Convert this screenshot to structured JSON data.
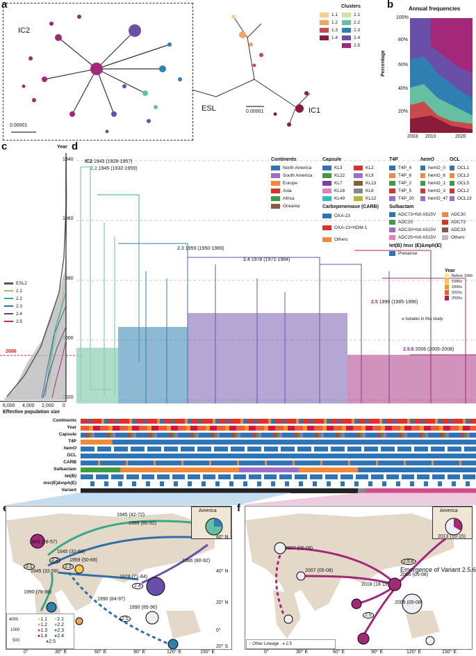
{
  "panels": {
    "a": "a",
    "b": "b",
    "c": "c",
    "d": "d",
    "e": "e",
    "f": "f"
  },
  "panel_a": {
    "ic2": "IC2",
    "esl": "ESL",
    "ic1": "IC1",
    "scale1": "0.00001",
    "scale2": "0.00001",
    "clusters_title": "Clusters",
    "clusters": [
      {
        "label": "1.1",
        "color": "#f5d08a"
      },
      {
        "label": "1.2",
        "color": "#f2a35e"
      },
      {
        "label": "1.3",
        "color": "#c84a4a"
      },
      {
        "label": "1.4",
        "color": "#8a1c3a"
      },
      {
        "label": "2.1",
        "color": "#cfe3a6"
      },
      {
        "label": "2.2",
        "color": "#66bfa0"
      },
      {
        "label": "2.3",
        "color": "#2f7fb0"
      },
      {
        "label": "2.4",
        "color": "#6a4fa8"
      },
      {
        "label": "2.5",
        "color": "#a3287a"
      }
    ]
  },
  "panel_b": {
    "title": "Annual frequencies",
    "ylabel": "Percentage",
    "yticks": [
      "100%",
      "80%",
      "60%",
      "40%",
      "20%"
    ],
    "xticks": [
      "2003",
      "2010",
      "2020"
    ]
  },
  "panel_c": {
    "year_label": "Year",
    "years": [
      "1940",
      "1960",
      "1980",
      "2000",
      "2020"
    ],
    "marker_2006": "2006",
    "xticks": [
      "6,000",
      "4,000",
      "2,000",
      "0"
    ],
    "xlabel": "Effective population size",
    "legend": [
      {
        "label": "ESL2",
        "color": "#555"
      },
      {
        "label": "2.1",
        "color": "#99c46a"
      },
      {
        "label": "2.2",
        "color": "#37a88a"
      },
      {
        "label": "2.3",
        "color": "#2f6fa8"
      },
      {
        "label": "2.4",
        "color": "#5a3f98"
      },
      {
        "label": "2.5",
        "color": "#b22a7a"
      }
    ]
  },
  "panel_d": {
    "nodes": [
      {
        "label": "IC2",
        "text": "1943 (1928-1957)"
      },
      {
        "label": "2.2",
        "text": "1945 (1932-1959)"
      },
      {
        "label": "2.3",
        "text": "1959 (1950-1969)"
      },
      {
        "label": "2.4",
        "text": "1978 (1971-1984)"
      },
      {
        "label": "2.5",
        "text": "1990 (1985-1996)"
      },
      {
        "label": "2.5.6",
        "text": "2006 (2005-2008)"
      }
    ],
    "isolates_note": "Isolates in this study",
    "tracks": [
      "Continents",
      "Year",
      "Capsule",
      "T4P",
      "hemO",
      "OCL",
      "CARB",
      "Sulbactam",
      "tet(B)",
      "msr(E)&mph(E)",
      "Variant"
    ],
    "legend": {
      "continents_title": "Continents",
      "continents": [
        {
          "label": "North America",
          "color": "#2f75b5"
        },
        {
          "label": "South America",
          "color": "#9b6fc7"
        },
        {
          "label": "Europe",
          "color": "#f08a3a"
        },
        {
          "label": "Asia",
          "color": "#d9342b"
        },
        {
          "label": "Africa",
          "color": "#3f9b3f"
        },
        {
          "label": "Oceania",
          "color": "#8a5a3c"
        }
      ],
      "capsule_title": "Capsule",
      "capsule": [
        {
          "label": "KL3",
          "color": "#2f75b5"
        },
        {
          "label": "KL2",
          "color": "#d9342b"
        },
        {
          "label": "KL22",
          "color": "#3f9b3f"
        },
        {
          "label": "KL9",
          "color": "#9b6fc7"
        },
        {
          "label": "KL7",
          "color": "#7b3f9b"
        },
        {
          "label": "KL13",
          "color": "#8a5a3c"
        },
        {
          "label": "KL18",
          "color": "#e47fbf"
        },
        {
          "label": "KL6",
          "color": "#888"
        },
        {
          "label": "KL49",
          "color": "#2fbcc9"
        },
        {
          "label": "KL12",
          "color": "#b5b82f"
        }
      ],
      "t4p_title": "T4P",
      "t4p": [
        {
          "label": "T4P_4",
          "color": "#2f75b5"
        },
        {
          "label": "T4P_6",
          "color": "#f08a3a"
        },
        {
          "label": "T4P_2",
          "color": "#3f9b3f"
        },
        {
          "label": "T4P_5",
          "color": "#d9342b"
        },
        {
          "label": "T4P_20",
          "color": "#9b6fc7"
        }
      ],
      "hemo_title": "hemO",
      "hemo": [
        {
          "label": "hemO_0",
          "color": "#2f75b5"
        },
        {
          "label": "hemO_6",
          "color": "#f08a3a"
        },
        {
          "label": "hemO_1",
          "color": "#3f9b3f"
        },
        {
          "label": "hemO_3",
          "color": "#d9342b"
        },
        {
          "label": "hemO_47",
          "color": "#9b6fc7"
        }
      ],
      "ocl_title": "OCL",
      "ocl": [
        {
          "label": "OCL1",
          "color": "#2f75b5"
        },
        {
          "label": "OCL3",
          "color": "#f08a3a"
        },
        {
          "label": "OCL5",
          "color": "#3f9b3f"
        },
        {
          "label": "OCL2",
          "color": "#d9342b"
        },
        {
          "label": "OCL13",
          "color": "#9b6fc7"
        }
      ],
      "carb_title": "Carbepenemase (CARB)",
      "carb": [
        {
          "label": "OXA-23",
          "color": "#2f75b5"
        },
        {
          "label": "OXA-23+NDM-1",
          "color": "#d9342b"
        },
        {
          "label": "Others",
          "color": "#f08a3a"
        }
      ],
      "sulb_title": "Sulbactam",
      "sulb": [
        {
          "label": "ADC73+fstI A515V",
          "color": "#2f75b5"
        },
        {
          "label": "ADC30",
          "color": "#f08a3a"
        },
        {
          "label": "ADC25",
          "color": "#3f9b3f"
        },
        {
          "label": "ADC73",
          "color": "#d9342b"
        },
        {
          "label": "ADC30+fstI A515V",
          "color": "#9b6fc7"
        },
        {
          "label": "ADC33",
          "color": "#8a5a3c"
        },
        {
          "label": "ADC25+fstI A515V",
          "color": "#e47fbf"
        },
        {
          "label": "Others",
          "color": "#bbb"
        }
      ],
      "tet_title": "tet(B) /msr (E)&mph(E)",
      "presence": {
        "label": "Presence",
        "color": "#2f75b5"
      },
      "year_title": "Year",
      "years": [
        {
          "label": "Before 1990",
          "color": "#fde68a"
        },
        {
          "label": "1990s",
          "color": "#f9c74f"
        },
        {
          "label": "2000s",
          "color": "#f8961e"
        },
        {
          "label": "2010s",
          "color": "#e85d3a"
        },
        {
          "label": "2020s",
          "color": "#c9184a"
        }
      ]
    }
  },
  "panel_e": {
    "america": "America",
    "events": [
      "1945 (42-72)",
      "1986 (80-92)",
      "1943 (28-57)",
      "1945 (32-59)",
      "1959 (50-69)",
      "1945 (32-59)",
      "1986 (80-92)",
      "1978 (71-84)",
      "1990 (79-98)",
      "1990 (84-97)",
      "1990 (85-96)"
    ],
    "nodes": [
      "2.2",
      "2.1",
      "2.3",
      "2.4",
      "2.5"
    ],
    "size_legend": [
      "4000",
      "1000",
      "500"
    ],
    "clusters": [
      "1.1",
      "1.2",
      "1.3",
      "1.4",
      "2.1",
      "2.2",
      "2.3",
      "2.4",
      "2.5"
    ],
    "lat": [
      "60° N",
      "40° N",
      "20° N",
      "0°",
      "20° S"
    ],
    "lon": [
      "0°",
      "30° E",
      "60° E",
      "90° E",
      "120° E",
      "150° E"
    ]
  },
  "panel_f": {
    "america": "America",
    "emergence": "Emergence of Variant 2.5.6",
    "events": [
      "2007 (05-08)",
      "2007 (05-08)",
      "2018 (18-19)",
      "2006 (05-08)",
      "2006 (05-08)",
      "2013 (10-15)"
    ],
    "nodes": [
      "2.5.6",
      "2.5"
    ],
    "legend": [
      "Other Lineage",
      "2.5"
    ],
    "lon": [
      "0°",
      "30° E",
      "60° E",
      "90° E",
      "120° E",
      "150° E"
    ]
  }
}
